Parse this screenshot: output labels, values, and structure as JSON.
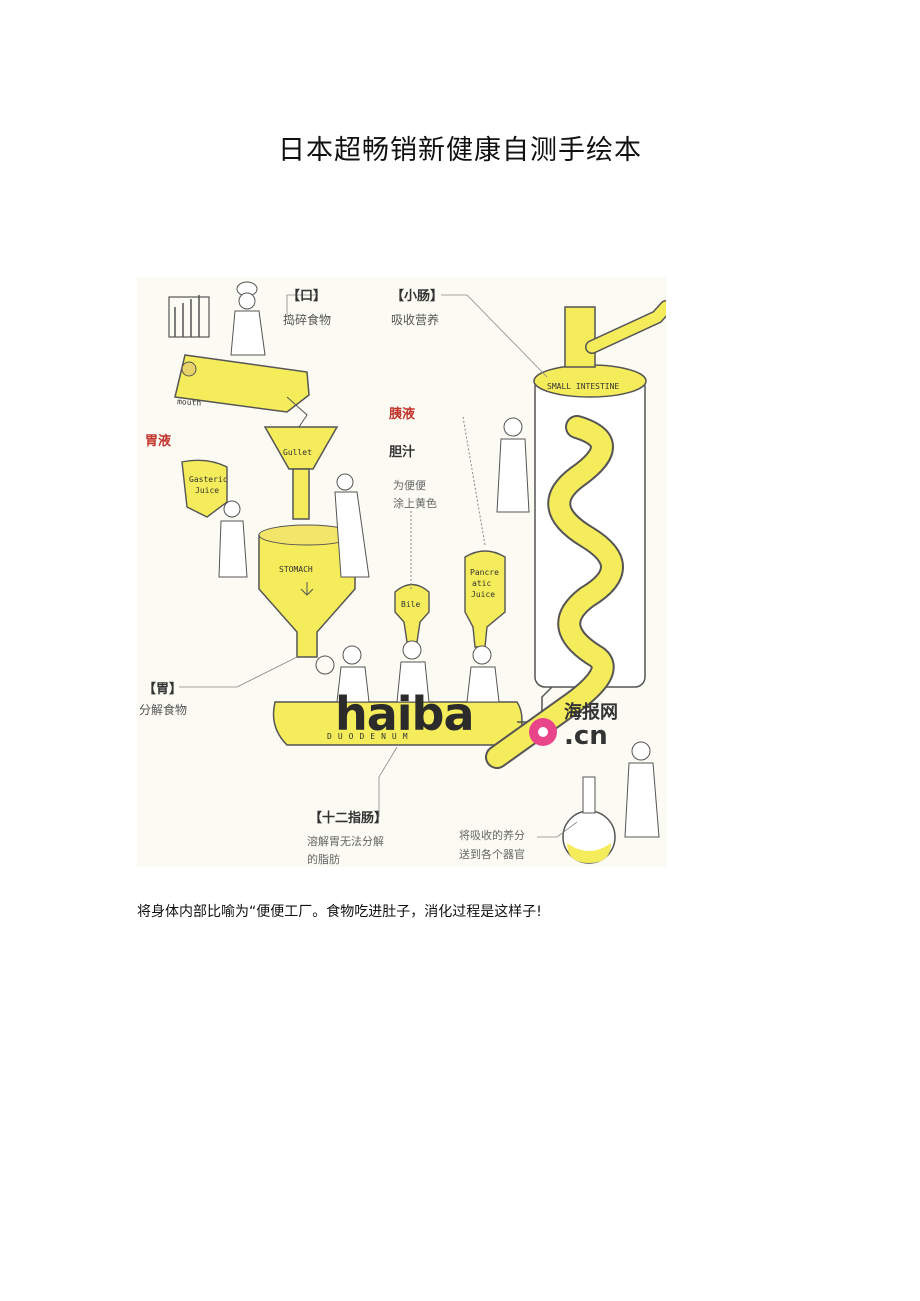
{
  "document": {
    "title": "日本超畅销新健康自测手绘本",
    "caption": "将身体内部比喻为“便便工厂。食物吃进肚子，消化过程是这样子!"
  },
  "illustration": {
    "labels": {
      "mouth": "【口】",
      "mouth_desc": "捣碎食物",
      "small_intestine": "【小肠】",
      "small_intestine_desc": "吸收营养",
      "gastric_juice": "胃液",
      "pancreatic_juice": "胰液",
      "bile": "胆汁",
      "bile_note_1": "为便便",
      "bile_note_2": "涂上黄色",
      "stomach": "【胃】",
      "stomach_desc": "分解食物",
      "duodenum": "【十二指肠】",
      "duodenum_desc_1": "溶解胃无法分解",
      "duodenum_desc_2": "的脂肪",
      "transport_desc_1": "将吸收的养分",
      "transport_desc_2": "送到各个器官"
    },
    "machine_text": {
      "mouth": "mouth",
      "gullet": "Gullet",
      "stomach": "STOMACH",
      "small_intestine": "SMALL INTESTINE",
      "gastric_1": "Gasteric",
      "gastric_2": "Juice",
      "bile": "Bile",
      "pancreatic_1": "Pancre",
      "pancreatic_2": "atic",
      "pancreatic_3": "Juice",
      "duodenum": "DUODENUM"
    },
    "watermark": {
      "latin": "haiba",
      "chinese": "海报网",
      "domain": ".cn"
    },
    "colors": {
      "yellow": "#f5ec5b",
      "outline": "#555555",
      "label_red": "#c3342d",
      "flower": "#e8458b"
    }
  }
}
